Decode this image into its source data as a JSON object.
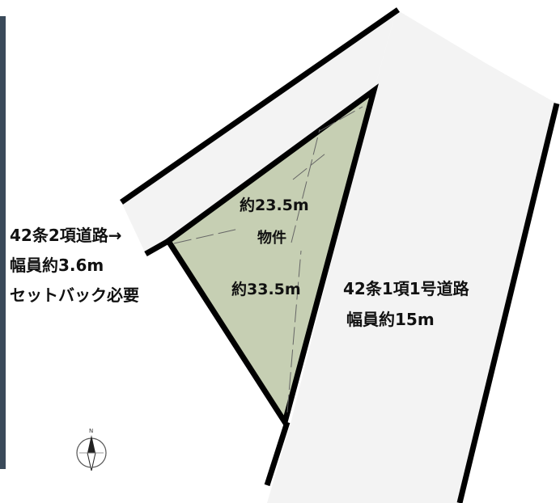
{
  "colors": {
    "road_fill": "#f3f3f3",
    "property_fill": "#c6cfb3",
    "outline": "#000000",
    "left_strip": "#3a4a5a"
  },
  "labels": {
    "road_42_2": "42条2項道路→",
    "road_42_2_width": "幅員約3.6m",
    "road_42_2_setback": "セットバック必要",
    "road_42_1": "42条1項1号道路",
    "road_42_1_width": "幅員約15m",
    "property": "物件",
    "side_top": "約23.5m",
    "side_right": "約33.5m"
  },
  "compass": {
    "north_label": "N",
    "icon": "compass-icon"
  }
}
